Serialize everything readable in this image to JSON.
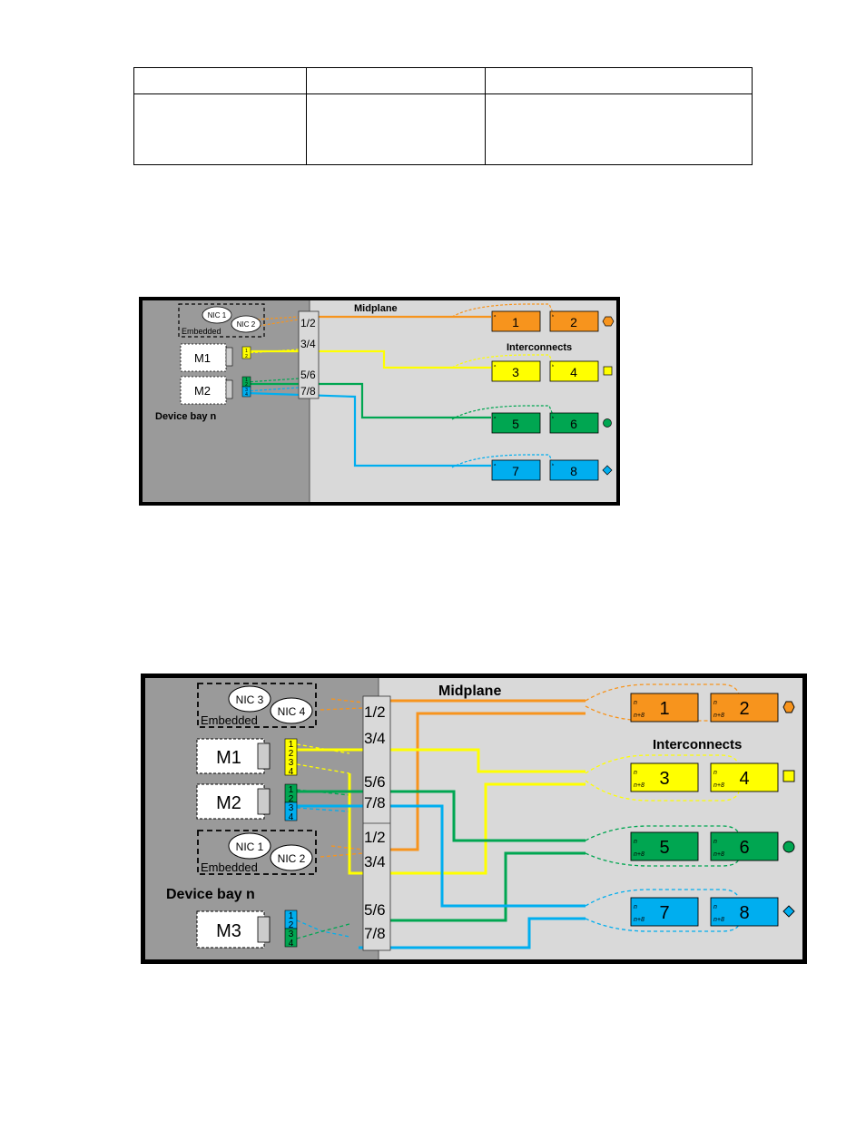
{
  "table": {
    "header": [
      "",
      "",
      ""
    ],
    "rows": [
      [
        "",
        "",
        ""
      ]
    ]
  },
  "colors": {
    "orange": "#f7941d",
    "yellow": "#ffff00",
    "green": "#00a651",
    "blue": "#00aeef",
    "panel_dark": "#9a9a9a",
    "panel_light": "#d9d9d9",
    "frame": "#000000"
  },
  "icons": {
    "orange": "hexagon-icon",
    "yellow": "square-icon",
    "green": "circle-icon",
    "blue": "diamond-icon"
  },
  "diagram1": {
    "midplane_label": "Midplane",
    "interconnects_label": "Interconnects",
    "device_bay_label": "Device bay n",
    "embedded_label": "Embedded",
    "nics": [
      "NIC 1",
      "NIC 2"
    ],
    "mezz": [
      "M1",
      "M2"
    ],
    "mezz_ports_m1": [
      "1",
      "2"
    ],
    "mezz_ports_m2": [
      "1",
      "2",
      "3",
      "4"
    ],
    "midplane_ports": [
      "1/2",
      "3/4",
      "5/6",
      "7/8"
    ],
    "interconnects": [
      "1",
      "2",
      "3",
      "4",
      "5",
      "6",
      "7",
      "8"
    ],
    "bay_marks": [
      "a",
      "b"
    ]
  },
  "diagram2": {
    "midplane_label": "Midplane",
    "interconnects_label": "Interconnects",
    "device_bay_label": "Device bay n",
    "embedded_label": "Embedded",
    "nics_top": [
      "NIC 3",
      "NIC 4"
    ],
    "nics_bottom": [
      "NIC 1",
      "NIC 2"
    ],
    "mezz": [
      "M1",
      "M2",
      "M3"
    ],
    "mezz_ports": [
      "1",
      "2",
      "3",
      "4"
    ],
    "midplane_ports_top": [
      "1/2",
      "3/4",
      "5/6",
      "7/8"
    ],
    "midplane_ports_bottom": [
      "1/2",
      "3/4",
      "5/6",
      "7/8"
    ],
    "interconnects": [
      "1",
      "2",
      "3",
      "4",
      "5",
      "6",
      "7",
      "8"
    ],
    "bay_marks": [
      "n",
      "n+8"
    ]
  }
}
